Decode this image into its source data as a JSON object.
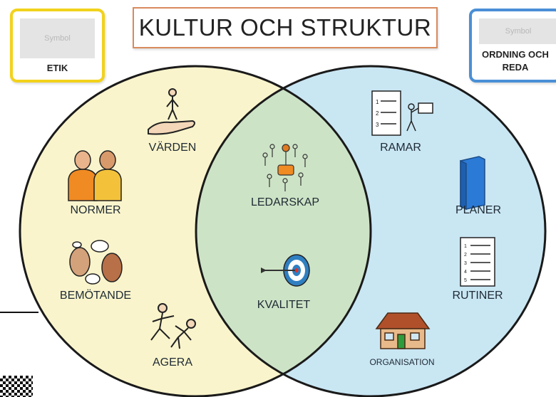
{
  "title": "KULTUR OCH STRUKTUR",
  "cards": {
    "etik": {
      "symbol": "Symbol",
      "label": "ETIK",
      "border_color": "#f2d21c"
    },
    "ordning": {
      "symbol": "Symbol",
      "label_line1": "ORDNING OCH",
      "label_line2": "REDA",
      "border_color": "#4a8fd6"
    }
  },
  "circles": {
    "left_fill": "#faf4cc",
    "right_fill": "#c9e6f3",
    "overlap_fill": "#cde3c6",
    "outline": "#1a1a1a"
  },
  "left_items": [
    {
      "label": "VÄRDEN",
      "icon": "hand-person-icon"
    },
    {
      "label": "NORMER",
      "icon": "two-people-icon"
    },
    {
      "label": "BEMÖTANDE",
      "icon": "talking-heads-icon"
    },
    {
      "label": "AGERA",
      "icon": "people-acting-icon"
    }
  ],
  "center_items": [
    {
      "label": "LEDARSKAP",
      "icon": "leader-group-icon"
    },
    {
      "label": "KVALITET",
      "icon": "target-dart-icon"
    }
  ],
  "right_items": [
    {
      "label": "RAMAR",
      "icon": "list-presenter-icon"
    },
    {
      "label": "PLANER",
      "icon": "blue-book-icon"
    },
    {
      "label": "RUTINER",
      "icon": "numbered-list-icon"
    },
    {
      "label": "ORGANISATION",
      "icon": "house-icon"
    }
  ]
}
